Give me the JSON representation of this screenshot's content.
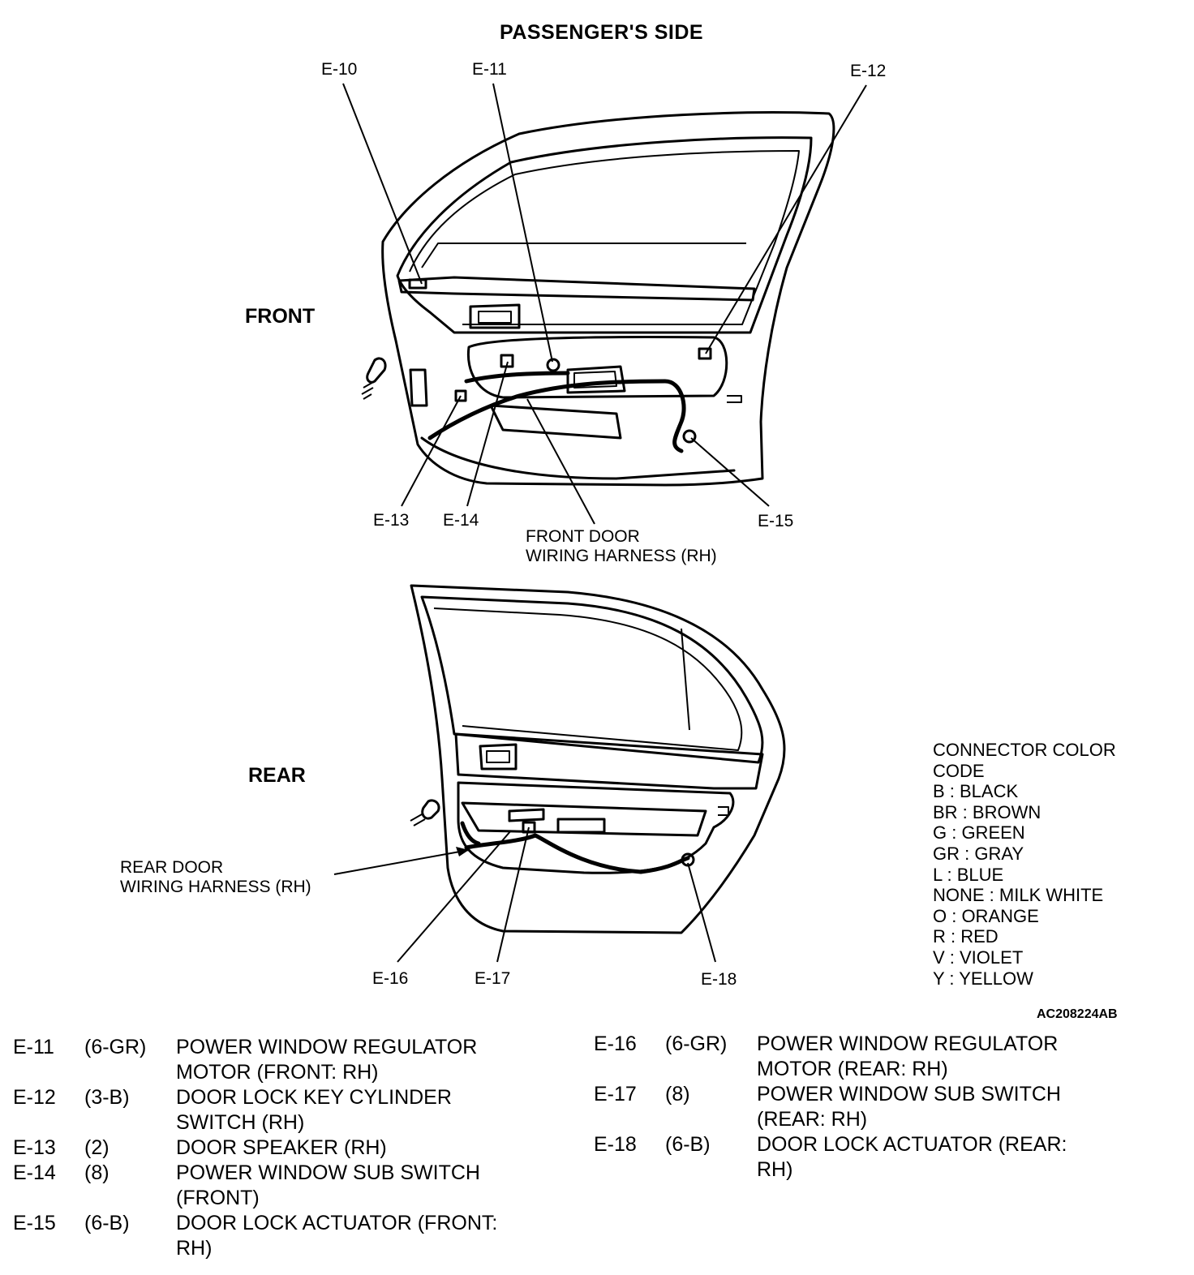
{
  "title": "PASSENGER'S SIDE",
  "front_label": "FRONT",
  "rear_label": "REAR",
  "callouts": {
    "e10": "E-10",
    "e11": "E-11",
    "e12": "E-12",
    "e13": "E-13",
    "e14": "E-14",
    "e15": "E-15",
    "e16": "E-16",
    "e17": "E-17",
    "e18": "E-18"
  },
  "front_harness": [
    "FRONT DOOR",
    "WIRING HARNESS (RH)"
  ],
  "rear_harness": [
    "REAR DOOR",
    "WIRING HARNESS (RH)"
  ],
  "color_code": {
    "heading": [
      "CONNECTOR COLOR",
      "CODE"
    ],
    "entries": [
      "B : BLACK",
      "BR : BROWN",
      "G : GREEN",
      "GR : GRAY",
      "L : BLUE",
      "NONE : MILK WHITE",
      "O : ORANGE",
      "R : RED",
      "V : VIOLET",
      "Y : YELLOW"
    ]
  },
  "figure_code": "AC208224AB",
  "connectors_left": [
    {
      "id": "E-11",
      "spec": "(6-GR)",
      "desc": "POWER WINDOW REGULATOR MOTOR (FRONT: RH)"
    },
    {
      "id": "E-12",
      "spec": "(3-B)",
      "desc": "DOOR LOCK KEY CYLINDER SWITCH (RH)"
    },
    {
      "id": "E-13",
      "spec": "(2)",
      "desc": "DOOR SPEAKER (RH)"
    },
    {
      "id": "E-14",
      "spec": "(8)",
      "desc": "POWER WINDOW SUB SWITCH (FRONT)"
    },
    {
      "id": "E-15",
      "spec": "(6-B)",
      "desc": "DOOR LOCK ACTUATOR (FRONT: RH)"
    }
  ],
  "connectors_right": [
    {
      "id": "E-16",
      "spec": "(6-GR)",
      "desc": "POWER WINDOW REGULATOR MOTOR (REAR: RH)"
    },
    {
      "id": "E-17",
      "spec": "(8)",
      "desc": "POWER WINDOW SUB SWITCH (REAR: RH)"
    },
    {
      "id": "E-18",
      "spec": "(6-B)",
      "desc": "DOOR LOCK ACTUATOR (REAR: RH)"
    }
  ]
}
